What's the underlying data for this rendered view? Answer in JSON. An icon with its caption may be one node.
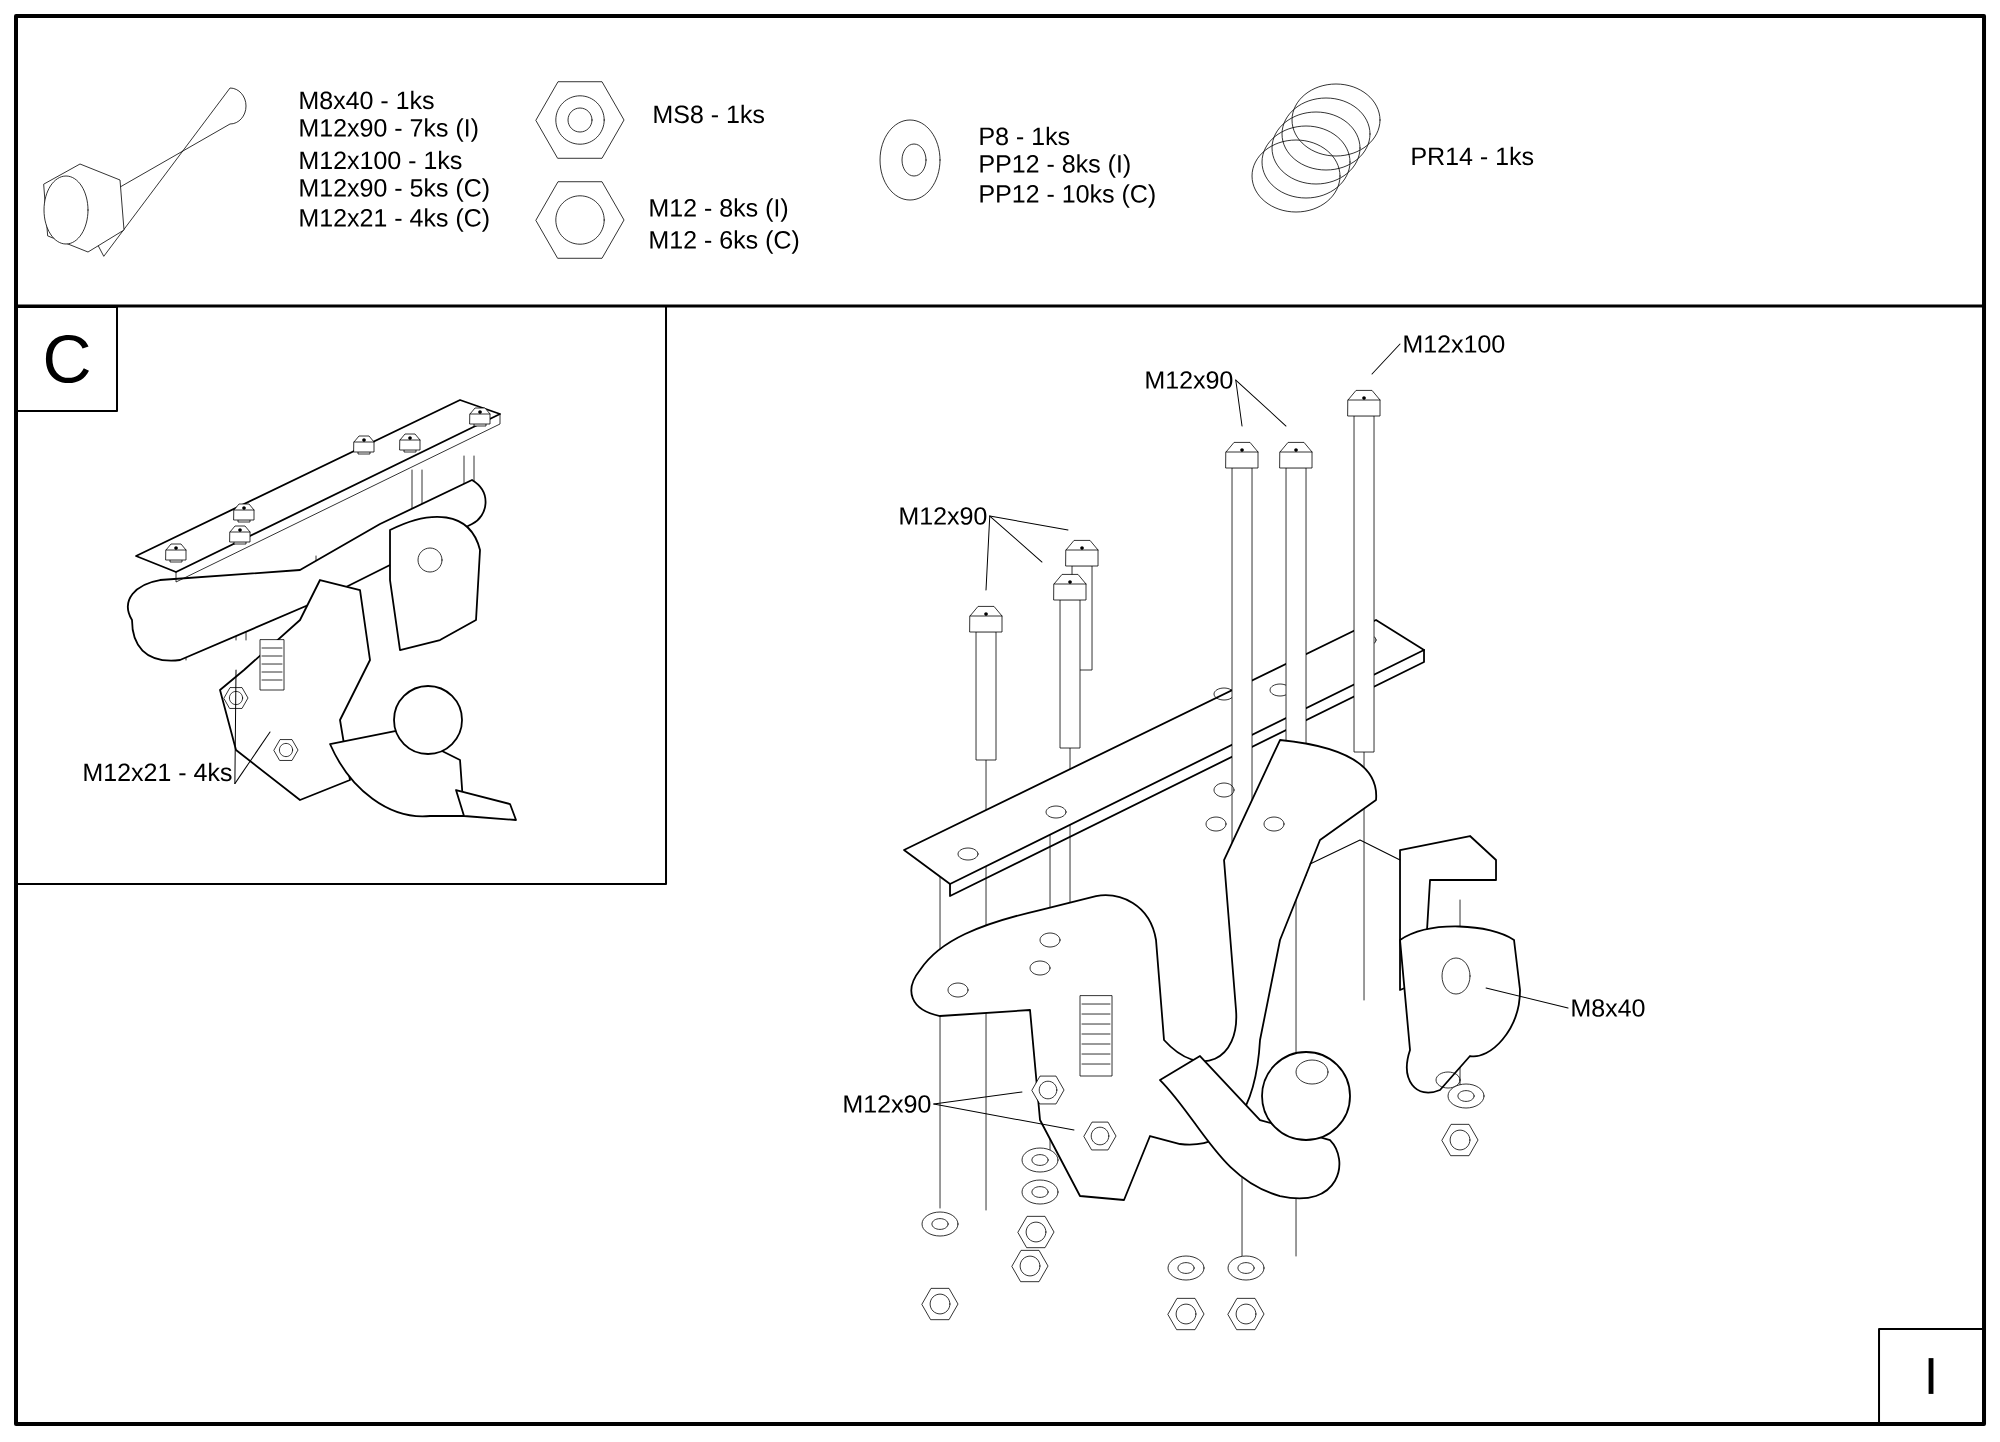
{
  "diagram": {
    "nodes": [
      {
        "text": [
          "M12x100"
        ]
      },
      {
        "text": [
          "M12x90"
        ]
      },
      {
        "text": [
          "M12x90"
        ]
      },
      {
        "text": [
          "M12x90"
        ]
      },
      {
        "text": [
          "M8x40"
        ]
      },
      {
        "text": [
          "M12x21 - 4ks"
        ]
      }
    ],
    "edges": [
      {
        "from": 0,
        "to": null,
        "arrow": "none"
      },
      {
        "from": 1,
        "to": null,
        "arrow": "none"
      },
      {
        "from": 1,
        "to": null,
        "arrow": "none"
      },
      {
        "from": 2,
        "to": null,
        "arrow": "none"
      },
      {
        "from": 2,
        "to": null,
        "arrow": "none"
      },
      {
        "from": 2,
        "to": null,
        "arrow": "none"
      },
      {
        "from": 3,
        "to": null,
        "arrow": "none"
      },
      {
        "from": 3,
        "to": null,
        "arrow": "none"
      },
      {
        "from": 4,
        "to": null,
        "arrow": "none"
      },
      {
        "from": 5,
        "to": null,
        "arrow": "none"
      },
      {
        "from": 5,
        "to": null,
        "arrow": "none"
      }
    ],
    "labels": [
      "M8x40 - 1ks",
      "M12x90 - 7ks (I)",
      "M12x100 - 1ks",
      "M12x90 - 5ks (C)",
      "M12x21 - 4ks (C)",
      "MS8 - 1ks",
      "M12 - 8ks (I)",
      "M12 - 6ks (C)",
      "P8 - 1ks",
      "PP12 - 8ks (I)",
      "PP12 - 10ks (C)",
      "PR14 - 1ks",
      "C",
      "I"
    ]
  }
}
